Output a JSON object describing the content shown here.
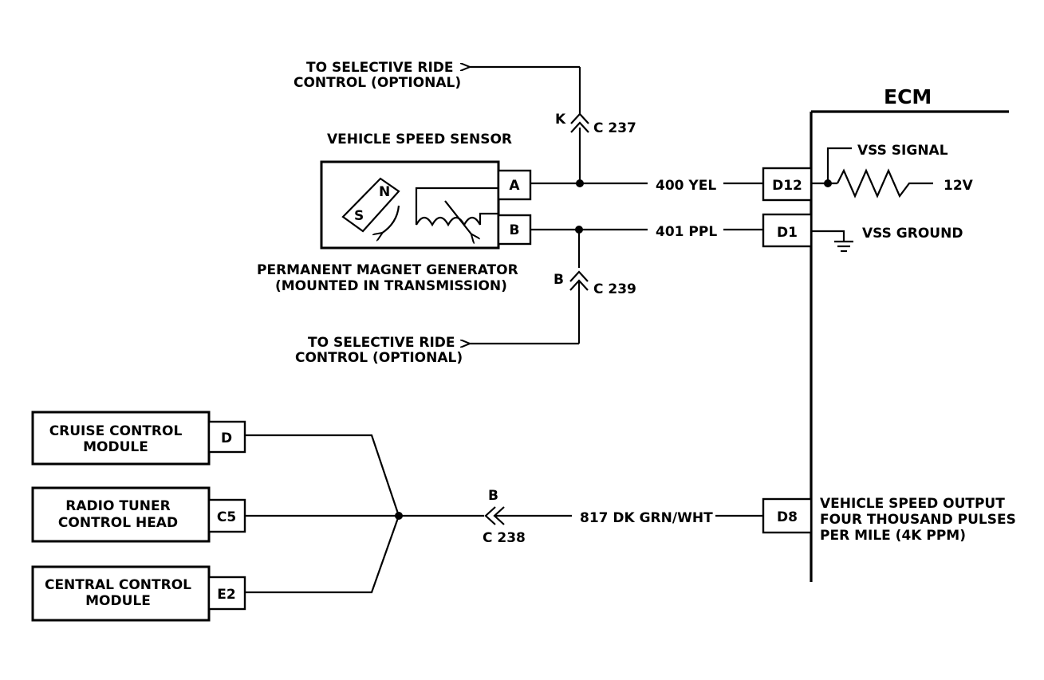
{
  "ecm": {
    "title": "ECM",
    "pins": {
      "d12": "D12",
      "d1": "D1",
      "d8": "D8"
    },
    "vss_signal": "VSS SIGNAL",
    "voltage": "12V",
    "vss_ground": "VSS GROUND",
    "output_desc": [
      "VEHICLE SPEED OUTPUT",
      "FOUR THOUSAND PULSES",
      "PER MILE (4K PPM)"
    ]
  },
  "sensor": {
    "title": "VEHICLE SPEED SENSOR",
    "pin_a": "A",
    "pin_b": "B",
    "pole_n": "N",
    "pole_s": "S",
    "caption": [
      "PERMANENT MAGNET GENERATOR",
      "(MOUNTED IN TRANSMISSION)"
    ]
  },
  "wires": {
    "yel": "400 YEL",
    "ppl": "401 PPL",
    "grn": "817 DK GRN/WHT"
  },
  "connectors": {
    "c237": {
      "pin": "K",
      "name": "C 237"
    },
    "c239": {
      "pin": "B",
      "name": "C 239"
    },
    "c238": {
      "pin": "B",
      "name": "C 238"
    }
  },
  "selective_ride": {
    "top": [
      "TO SELECTIVE RIDE",
      "CONTROL (OPTIONAL)"
    ],
    "bottom": [
      "TO SELECTIVE RIDE",
      "CONTROL (OPTIONAL)"
    ]
  },
  "modules": [
    {
      "lines": [
        "CRUISE CONTROL",
        "MODULE"
      ],
      "pin": "D"
    },
    {
      "lines": [
        "RADIO TUNER",
        "CONTROL HEAD"
      ],
      "pin": "C5"
    },
    {
      "lines": [
        "CENTRAL CONTROL",
        "MODULE"
      ],
      "pin": "E2"
    }
  ]
}
